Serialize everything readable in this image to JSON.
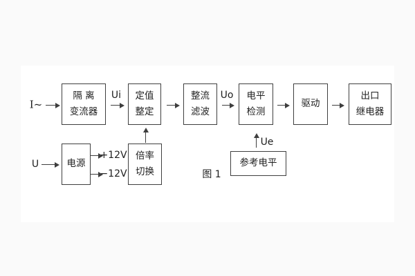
{
  "figure": {
    "type": "block-diagram"
  },
  "blocks": {
    "isolation": {
      "line1": "隔 离",
      "line2": "变流器"
    },
    "setting": {
      "line1": "定值",
      "line2": "整定"
    },
    "rectifier": {
      "line1": "整流",
      "line2": "滤波"
    },
    "level": {
      "line1": "电平",
      "line2": "检测"
    },
    "driver": {
      "line1": "驱动"
    },
    "relay": {
      "line1": "出口",
      "line2": "继电器"
    },
    "power": {
      "line1": "电源"
    },
    "ratio": {
      "line1": "倍率",
      "line2": "切换"
    },
    "reference": {
      "line1": "参考电平"
    }
  },
  "labels": {
    "input_current": "I~",
    "input_voltage": "U",
    "ui": "Ui",
    "uo": "Uo",
    "ue": "Ue",
    "plus_12v": "+12V",
    "minus_12v": "−12V",
    "caption": "图 1"
  },
  "colors": {
    "line": "#3e3e3e",
    "text": "#1e1e1e",
    "background": "#fafafa",
    "panel": "#ffffff"
  }
}
